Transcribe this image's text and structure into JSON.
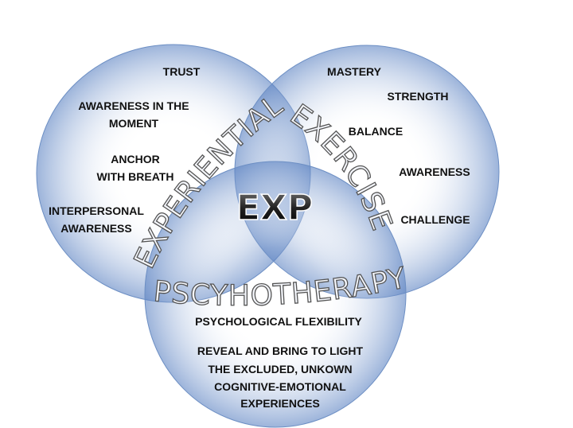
{
  "colors": {
    "circle_edge": "#5b82c2",
    "circle_stroke": "#6d8fc4",
    "center": "#ffffff",
    "label": "#111111"
  },
  "center_label": "EXP",
  "arc_labels": {
    "left": "EXPERIENTIAL",
    "right": "EXERCISE",
    "bottom": "PSCYHOTHERAPY"
  },
  "left_circle": {
    "items": [
      [
        "TRUST"
      ],
      [
        "AWARENESS IN THE",
        "MOMENT"
      ],
      [
        "ANCHOR",
        "WITH BREATH"
      ],
      [
        "INTERPERSONAL",
        "AWARENESS"
      ]
    ]
  },
  "right_circle": {
    "items": [
      [
        "MASTERY"
      ],
      [
        "STRENGTH"
      ],
      [
        "BALANCE"
      ],
      [
        "AWARENESS"
      ],
      [
        "CHALLENGE"
      ]
    ]
  },
  "bottom_circle": {
    "items": [
      [
        "PSYCHOLOGICAL FLEXIBILITY"
      ],
      [
        "REVEAL AND BRING TO LIGHT",
        "THE EXCLUDED, UNKOWN",
        "COGNITIVE-EMOTIONAL",
        "EXPERIENCES"
      ]
    ]
  }
}
